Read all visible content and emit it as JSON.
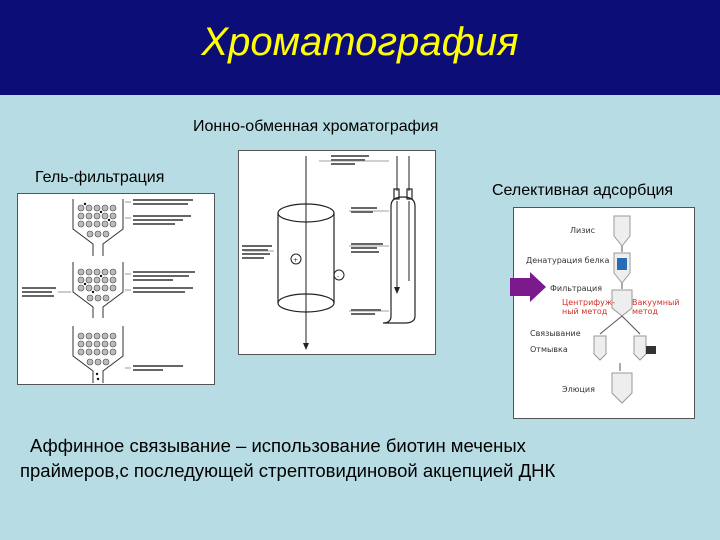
{
  "slide": {
    "title": "Хроматография",
    "labels": {
      "ion_exchange": "Ионно-обменная хроматография",
      "gel_filtration": "Гель-фильтрация",
      "selective_adsorption": "Селективная адсорбция"
    },
    "paragraph": {
      "line1": "Аффинное связывание – использование биотин меченых",
      "line2": "праймеров,с последующей стрептовидиновой акцепцией ДНК"
    },
    "adsorption_steps": {
      "lysis": "Лизис",
      "denaturation": "Денатурация белка",
      "filtration": "Фильтрация",
      "centrifuge": "Центрифуж-\nный метод",
      "vacuum": "Вакуумный\nметод",
      "binding": "Связывание",
      "washing": "Отмывка",
      "elution": "Элюция"
    },
    "colors": {
      "title_bg": "#0d0d78",
      "title_text": "#ffff00",
      "slide_bg": "#b7dce3",
      "accent_red": "#d0302a",
      "arrow_purple": "#7a1a8c"
    }
  }
}
